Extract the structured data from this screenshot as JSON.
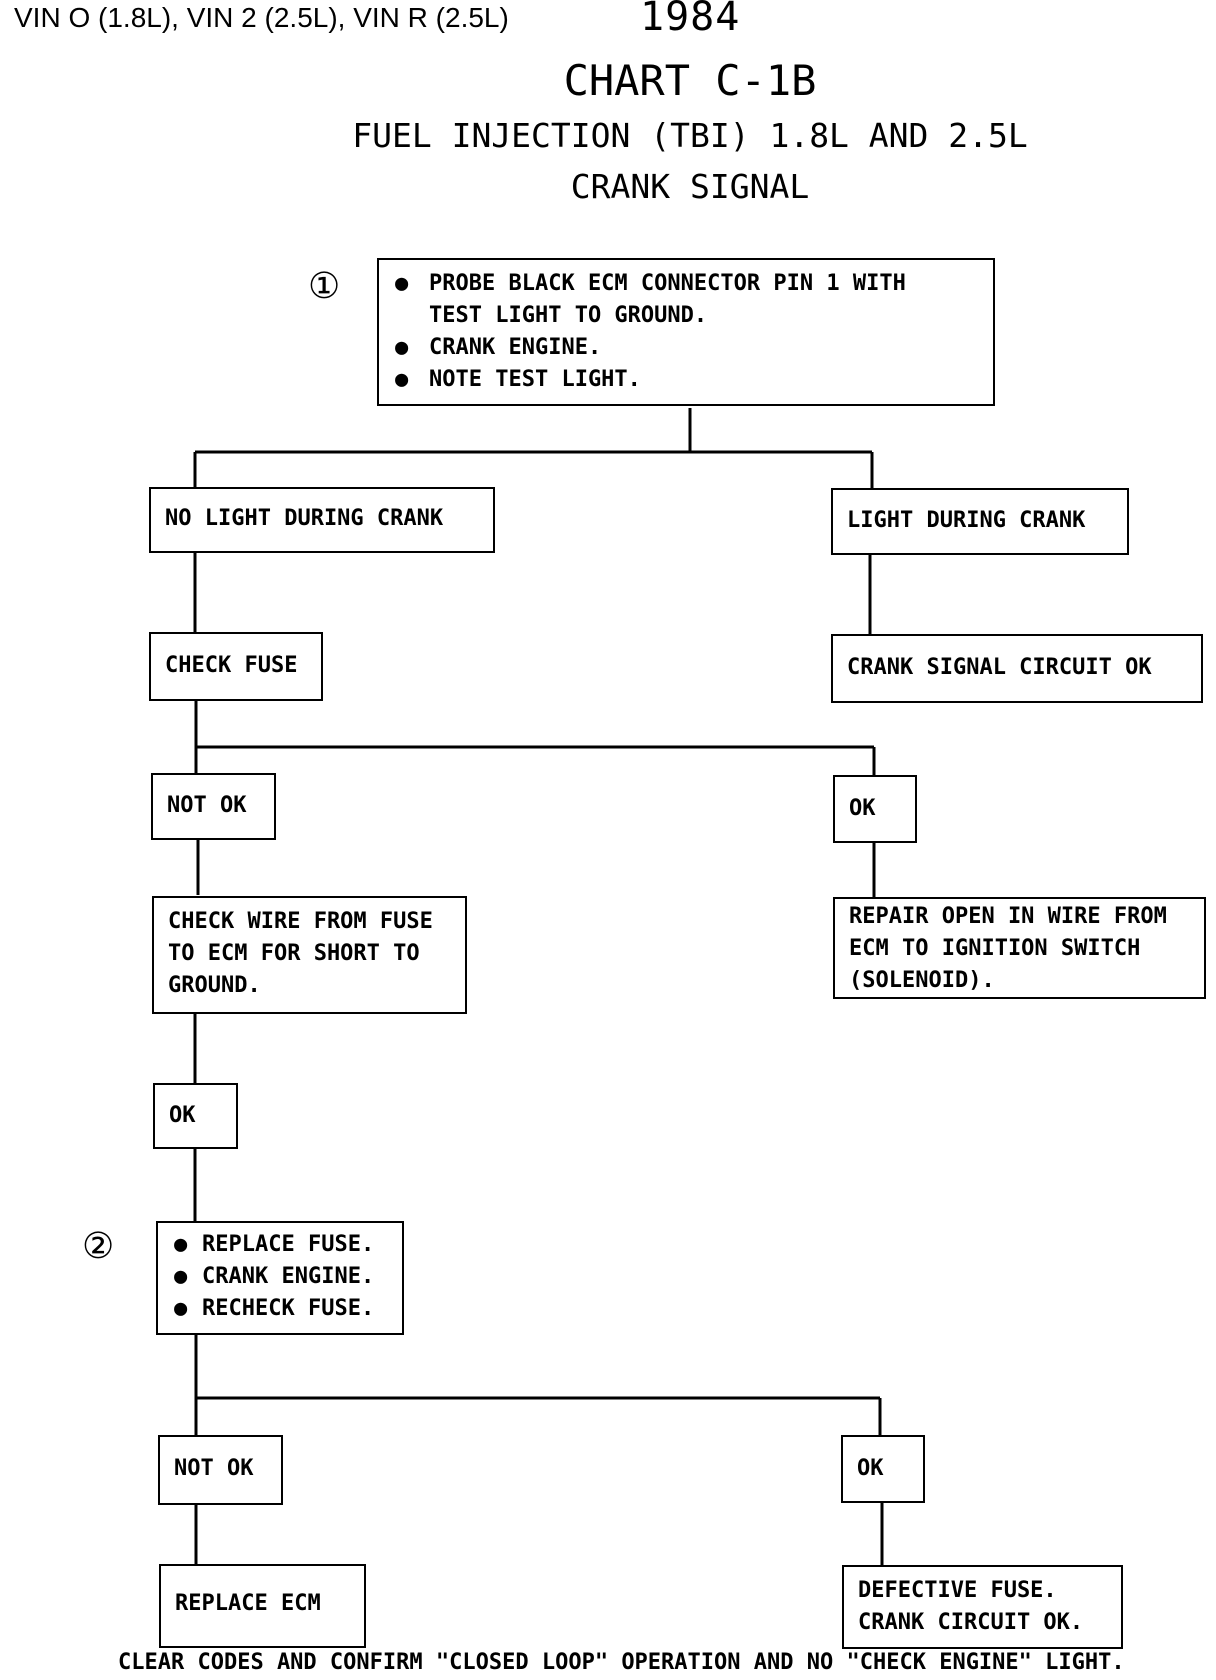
{
  "header": {
    "vin_text": "VIN O (1.8L), VIN 2 (2.5L), VIN R (2.5L)",
    "year": "1984"
  },
  "title": {
    "line1": "CHART C-1B",
    "line2": "FUEL INJECTION (TBI) 1.8L AND 2.5L",
    "line3": "CRANK SIGNAL"
  },
  "steps": {
    "step1_marker": "①",
    "step2_marker": "②"
  },
  "nodes": {
    "start": {
      "items": [
        "PROBE BLACK ECM CONNECTOR PIN 1 WITH",
        "TEST LIGHT TO GROUND.",
        "CRANK ENGINE.",
        "NOTE TEST LIGHT."
      ]
    },
    "no_light": "NO LIGHT DURING CRANK",
    "light": "LIGHT DURING CRANK",
    "crank_ok": "CRANK SIGNAL CIRCUIT OK",
    "check_fuse": "CHECK FUSE",
    "not_ok_1": "NOT OK",
    "ok_1": "OK",
    "check_wire": [
      "CHECK WIRE FROM FUSE",
      "TO ECM FOR SHORT TO",
      "GROUND."
    ],
    "repair_open": [
      "REPAIR OPEN IN WIRE FROM",
      "ECM TO IGNITION SWITCH",
      "(SOLENOID)."
    ],
    "ok_2": "OK",
    "replace_fuse": [
      "REPLACE FUSE.",
      "CRANK ENGINE.",
      "RECHECK FUSE."
    ],
    "not_ok_2": "NOT OK",
    "ok_3": "OK",
    "replace_ecm": "REPLACE ECM",
    "defective_fuse": [
      "DEFECTIVE FUSE.",
      "CRANK CIRCUIT OK."
    ]
  },
  "footer": "CLEAR CODES AND CONFIRM \"CLOSED LOOP\" OPERATION AND NO \"CHECK ENGINE\" LIGHT."
}
